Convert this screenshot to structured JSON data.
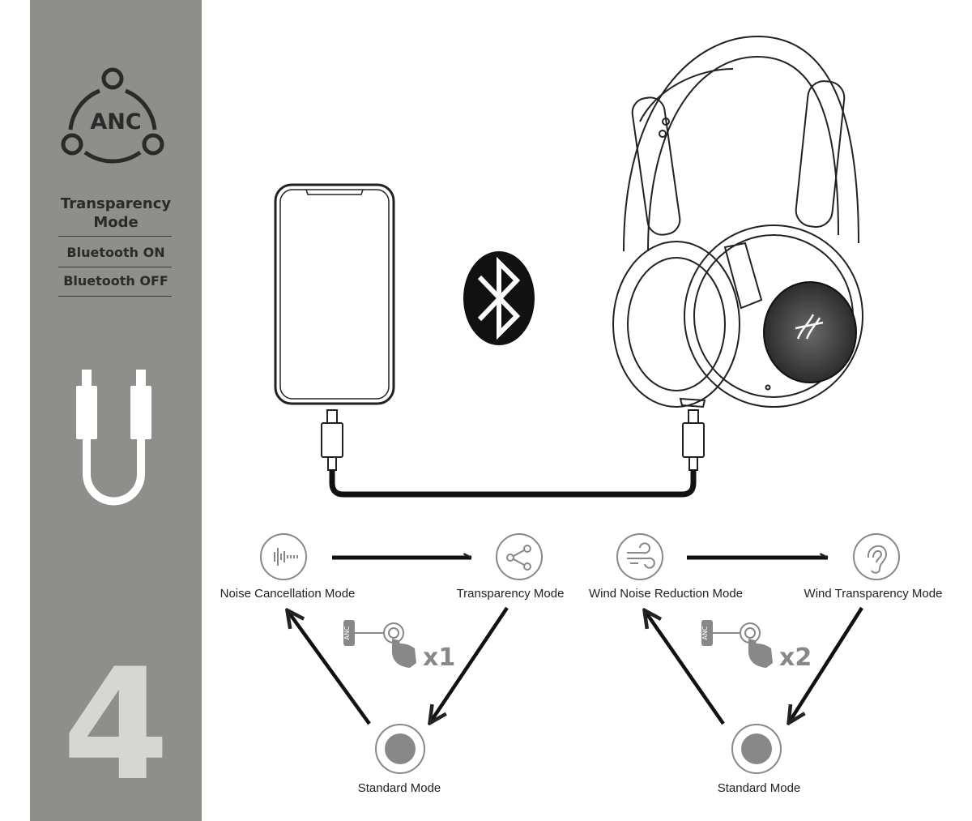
{
  "sidebar": {
    "anc_icon_text": "ANC",
    "mode_title": "Transparency Mode",
    "bluetooth_on": "Bluetooth ON",
    "bluetooth_off": "Bluetooth OFF",
    "step_number": "4",
    "background_color": "#8e8e8a",
    "icons": [
      "anc-cycle-icon",
      "usb-c-cable-icon"
    ]
  },
  "connection": {
    "icons": [
      "smartphone-icon",
      "bluetooth-icon",
      "headphones-icon",
      "usb-c-cable-icon"
    ]
  },
  "cycle_1": {
    "modes": {
      "noise_cancellation": "Noise Cancellation Mode",
      "transparency": "Transparency Mode",
      "standard": "Standard Mode"
    },
    "button_label": "ANC",
    "taps": "x1"
  },
  "cycle_2": {
    "modes": {
      "wind_noise_reduction": "Wind Noise Reduction Mode",
      "wind_transparency": "Wind Transparency Mode",
      "standard": "Standard Mode"
    },
    "button_label": "ANC",
    "taps": "x2"
  }
}
